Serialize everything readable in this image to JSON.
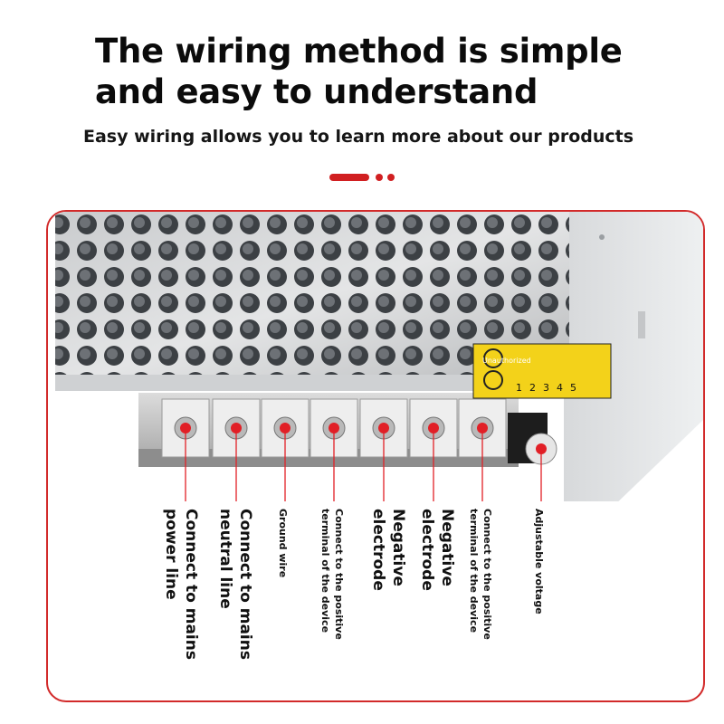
{
  "headline": "The wiring method is simple and easy to understand",
  "subheadline": "Easy wiring allows you to learn more about our products",
  "accent_color": "#d11f21",
  "product": {
    "label_sticker_text": "Unauthorized",
    "terminal_numbers": [
      "1",
      "2",
      "3",
      "4",
      "5"
    ]
  },
  "terminals": [
    {
      "label": "Connect to mains\npower line"
    },
    {
      "label": "Connect to mains\nneutral line"
    },
    {
      "label": "Ground wire"
    },
    {
      "label": "Connect to the positive\nterminal of the device"
    },
    {
      "label": "Negative\nelectrode"
    },
    {
      "label": "Negative\nelectrode"
    },
    {
      "label": "Connect to the positive\nterminal of the device"
    },
    {
      "label": "Adjustable voltage"
    }
  ]
}
